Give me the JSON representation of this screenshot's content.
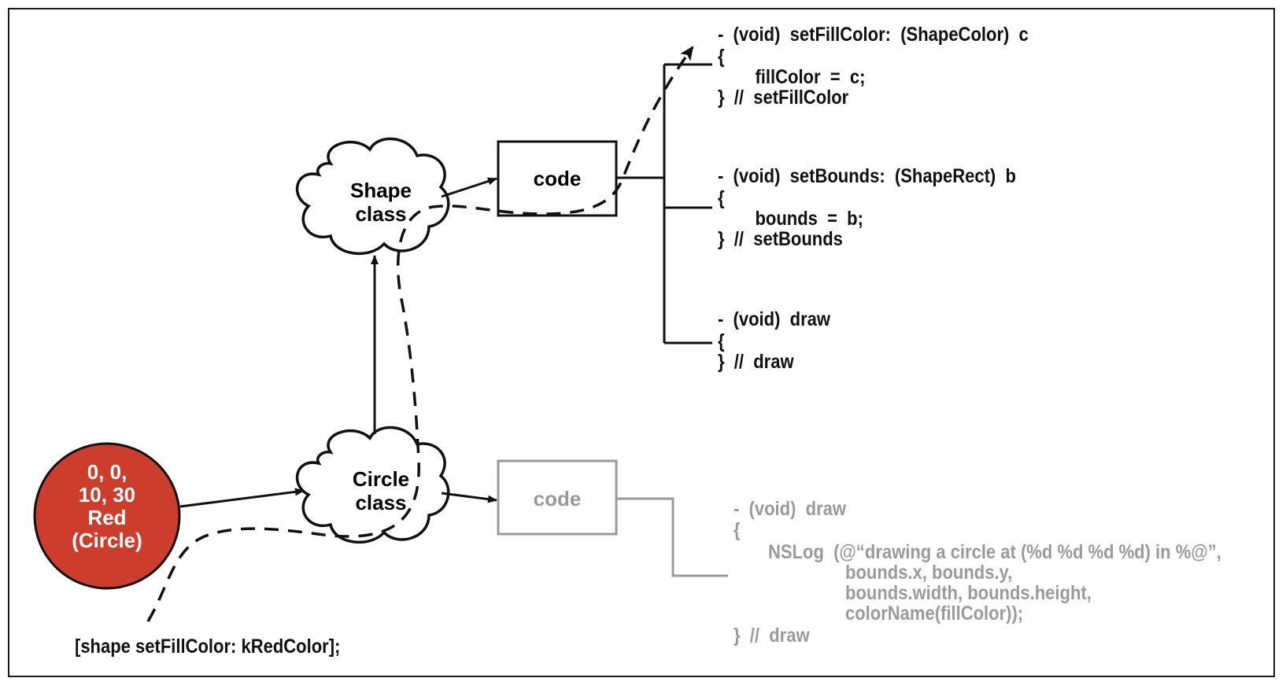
{
  "colors": {
    "ink": "#111111",
    "muted": "#9a9a9a",
    "circle_fill": "#cc3d2b"
  },
  "nodes": {
    "shape_class": [
      "Shape",
      "class"
    ],
    "circle_class": [
      "Circle",
      "class"
    ],
    "shape_code": "code",
    "circle_code": "code",
    "object": [
      "0,  0,",
      "10,  30",
      "Red",
      "(Circle)"
    ]
  },
  "message": "[shape setFillColor: kRedColor];",
  "shape_methods": {
    "set_fill_color": [
      "-  (void)  setFillColor:  (ShapeColor)  c",
      "{",
      "    fillColor  =  c;",
      "}  //  setFillColor"
    ],
    "set_bounds": [
      "-  (void)  setBounds:  (ShapeRect)  b",
      "{",
      "    bounds  =  b;",
      "}  //  setBounds"
    ],
    "draw": [
      "-  (void)  draw",
      "{",
      "}  //  draw"
    ]
  },
  "circle_methods": {
    "draw": [
      "-  (void)  draw",
      "{",
      "NSLog  (@“drawing a circle at (%d %d %d %d) in %@”,",
      "bounds.x, bounds.y,",
      "bounds.width, bounds.height,",
      "colorName(fillColor));",
      "}  //  draw"
    ]
  }
}
